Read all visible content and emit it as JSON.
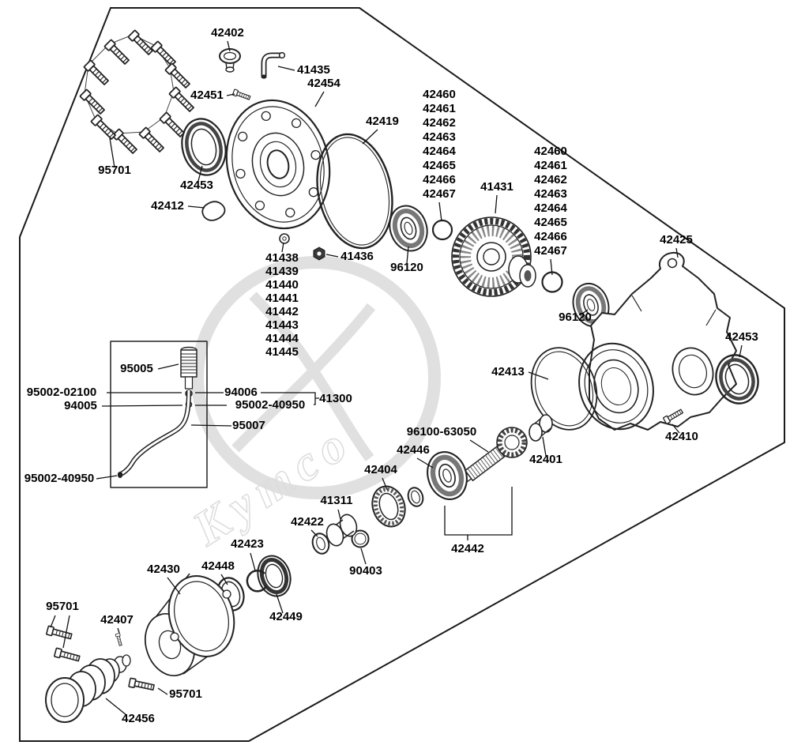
{
  "diagram": {
    "kind": "exploded-parts-diagram",
    "subject": "Final drive / differential assembly",
    "watermark": "Kymco"
  },
  "labels": [
    "42402",
    "41435",
    "42454",
    "42451",
    "42419",
    "95701",
    "42453",
    "42412",
    "42460",
    "42461",
    "42462",
    "42463",
    "42464",
    "42465",
    "42466",
    "42467",
    "41431",
    "42460",
    "42461",
    "42462",
    "42463",
    "42464",
    "42465",
    "42466",
    "42467",
    "42425",
    "41436",
    "96120",
    "41438",
    "41439",
    "41440",
    "41441",
    "41442",
    "41443",
    "41444",
    "41445",
    "96120",
    "42453",
    "95005",
    "42413",
    "95002-02100",
    "94006",
    "94005",
    "95002-40950",
    "41300",
    "95007",
    "96100-63050",
    "42410",
    "42446",
    "42401",
    "42404",
    "95002-40950",
    "41311",
    "42422",
    "42442",
    "42423",
    "90403",
    "42448",
    "42430",
    "42449",
    "95701",
    "42407",
    "95701",
    "42456"
  ]
}
